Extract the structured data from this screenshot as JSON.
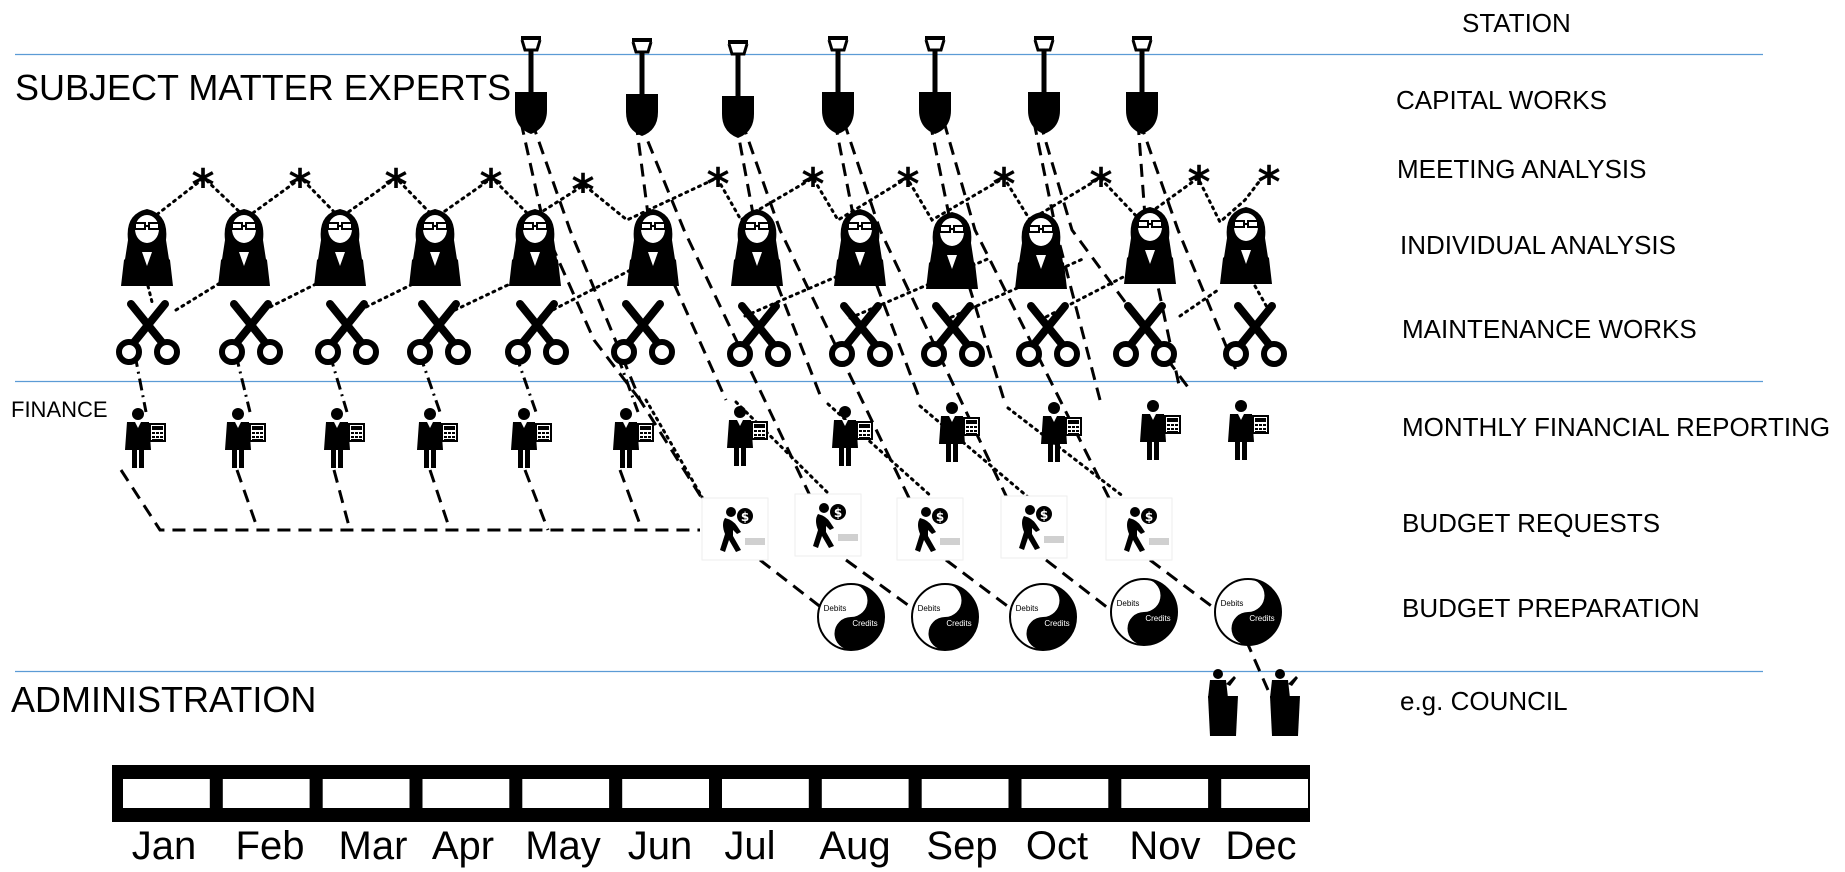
{
  "sections": {
    "sme": "SUBJECT MATTER EXPERTS",
    "finance": "FINANCE",
    "administration": "ADMINISTRATION"
  },
  "rows": {
    "station": "STATION",
    "capital_works": "CAPITAL WORKS",
    "meeting_analysis": "MEETING ANALYSIS",
    "individual_analysis": "INDIVIDUAL ANALYSIS",
    "maintenance_works": "MAINTENANCE WORKS",
    "monthly_financial_reporting": "MONTHLY FINANCIAL REPORTING",
    "budget_requests": "BUDGET REQUESTS",
    "budget_preparation": "BUDGET PREPARATION",
    "council": "e.g. COUNCIL"
  },
  "icon_text": {
    "debits": "Debits",
    "credits": "Credits"
  },
  "months": [
    "Jan",
    "Feb",
    "Mar",
    "Apr",
    "May",
    "Jun",
    "Jul",
    "Aug",
    "Sep",
    "Oct",
    "Nov",
    "Dec"
  ],
  "icons": {
    "capital_works": "shovel-icon",
    "meeting_analysis": "asterisk-icon",
    "individual_analysis": "analyst-woman-icon",
    "maintenance_works": "scissors-icon",
    "monthly_financial_reporting": "accountant-calculator-icon",
    "budget_requests": "person-carrying-money-icon",
    "budget_preparation": "yin-yang-debits-credits-icon",
    "council": "speakers-podium-icon"
  },
  "colors": {
    "separator": "#5b9bd5",
    "ink": "#000000"
  }
}
